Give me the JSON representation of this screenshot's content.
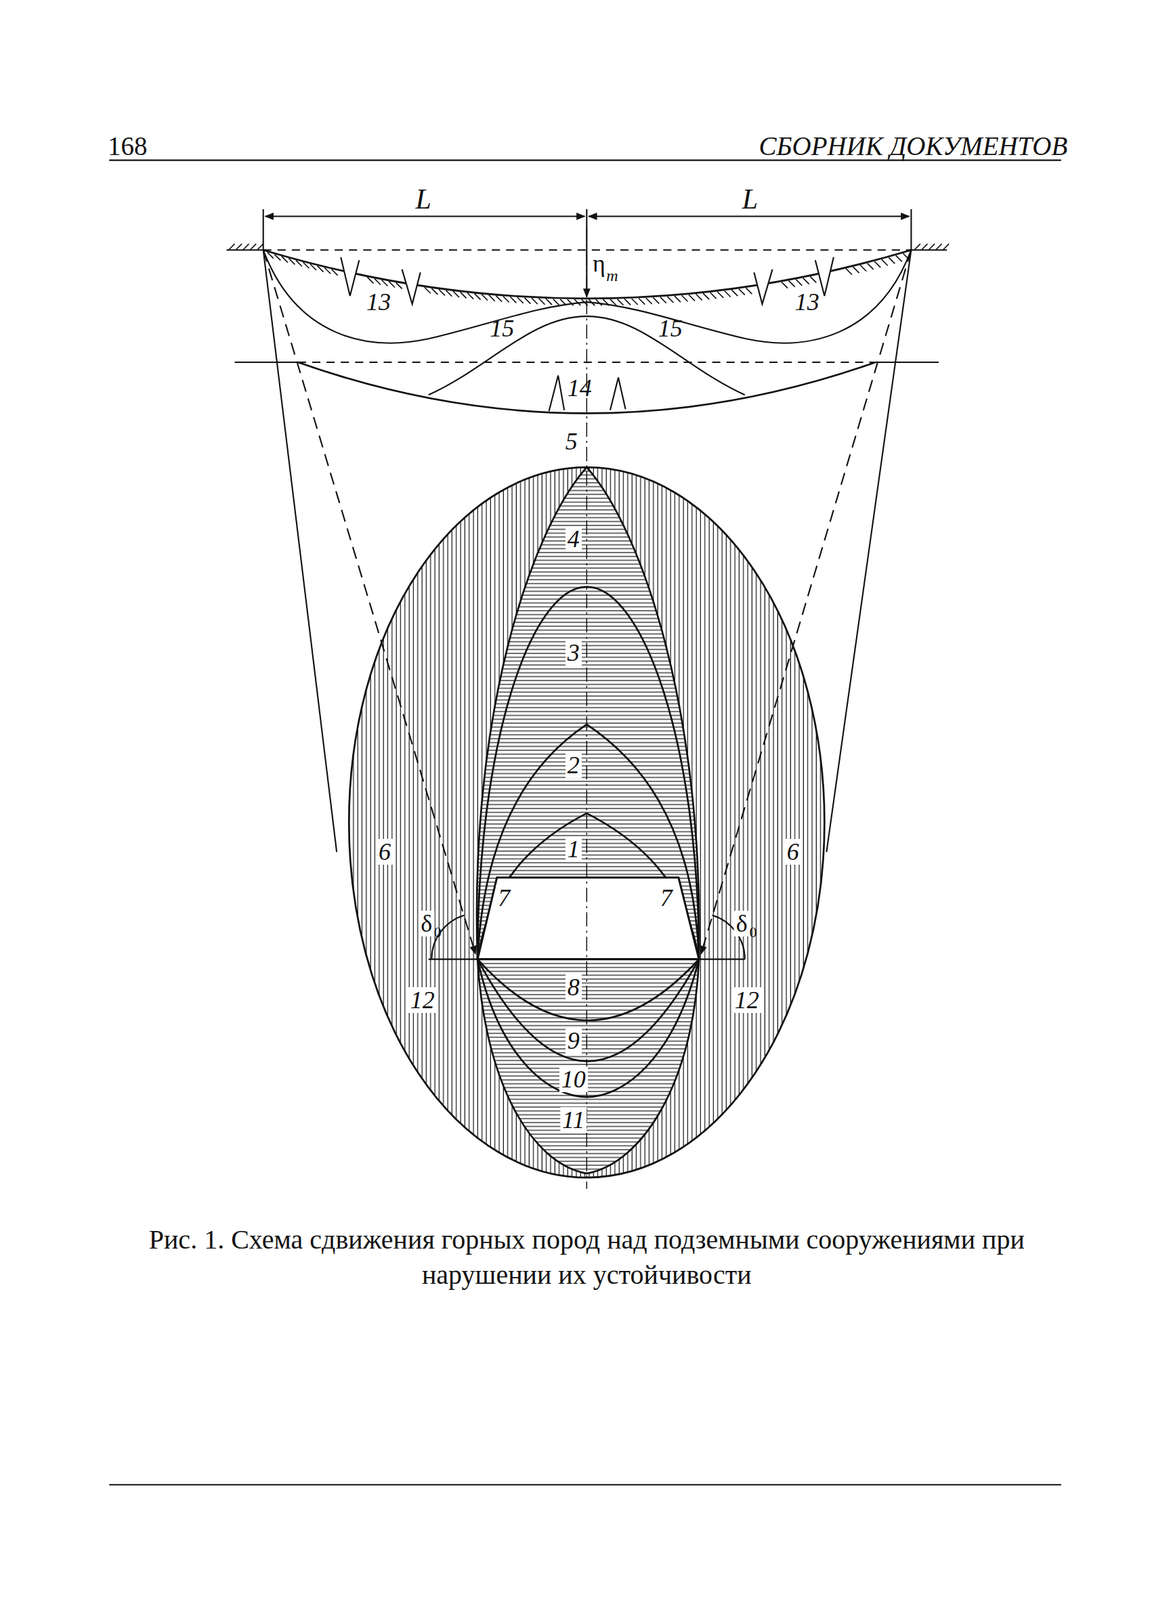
{
  "diagram": {
    "caption": "Рис. 1. Схема сдвижения горных пород над подземными сооружениями при нарушении их устойчивости",
    "labels": [
      "168",
      "СБОРНИК ДОКУМЕНТОВ",
      "L",
      "L",
      "η",
      "m",
      "13",
      "13",
      "15",
      "15",
      "14",
      "5",
      "4",
      "3",
      "2",
      "1",
      "6",
      "6",
      "7",
      "7",
      "δ",
      "0",
      "δ",
      "0",
      "12",
      "12",
      "8",
      "9",
      "10",
      "11"
    ]
  }
}
